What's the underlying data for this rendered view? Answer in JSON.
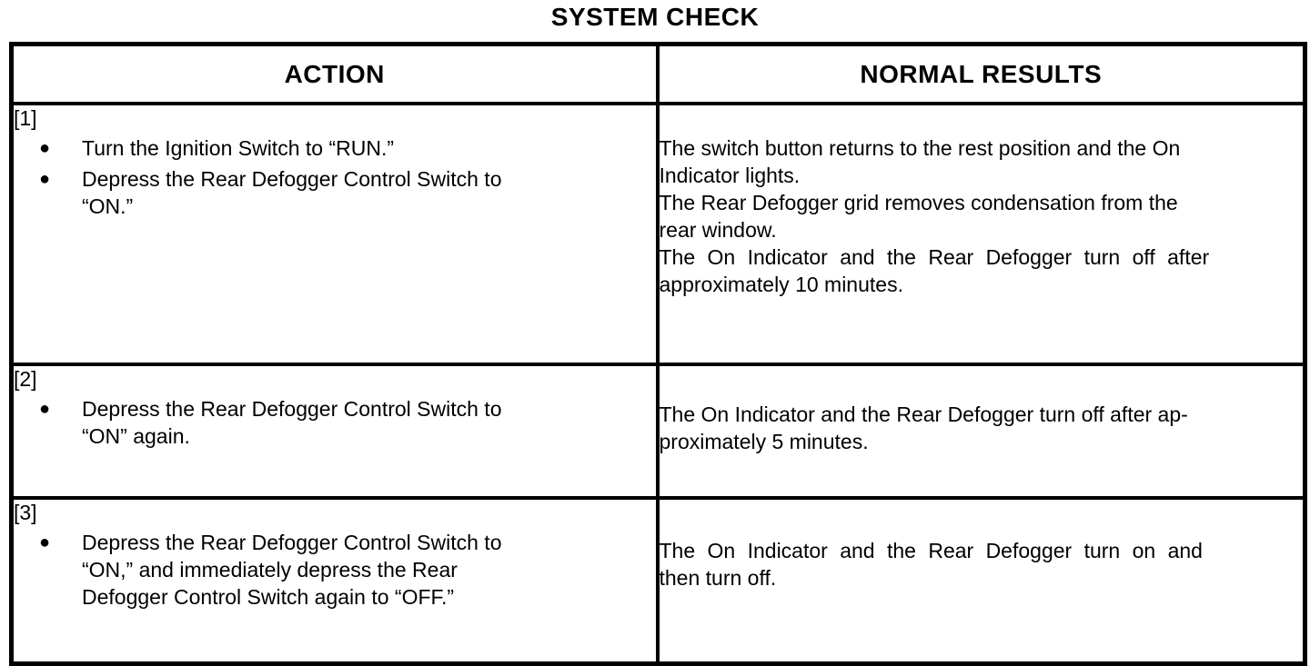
{
  "title": "SYSTEM CHECK",
  "icons": {
    "bullet": "●"
  },
  "table": {
    "headers": {
      "action": "ACTION",
      "results": "NORMAL RESULTS"
    },
    "rows": [
      {
        "step": "[1]",
        "action_bullets": [
          {
            "lines": [
              "Turn the Ignition Switch to “RUN.”"
            ]
          },
          {
            "lines": [
              "Depress the Rear Defogger Control Switch to",
              "“ON.”"
            ]
          }
        ],
        "result_lines": [
          "The switch button returns to the rest position and the On",
          "Indicator lights.",
          "The Rear Defogger grid removes condensation from the",
          "rear window.",
          "The On Indicator and the Rear Defogger turn off after",
          "approximately 10 minutes."
        ]
      },
      {
        "step": "[2]",
        "action_bullets": [
          {
            "lines": [
              "Depress the Rear Defogger Control Switch to",
              "“ON” again."
            ]
          }
        ],
        "result_lines": [
          "The On Indicator and the Rear Defogger turn off after ap-",
          "proximately 5 minutes."
        ]
      },
      {
        "step": "[3]",
        "action_bullets": [
          {
            "lines": [
              "Depress the Rear Defogger Control Switch to",
              "“ON,” and immediately depress the Rear",
              "Defogger Control Switch again to “OFF.”"
            ]
          }
        ],
        "result_lines": [
          "The On Indicator and the Rear Defogger turn on and",
          "then turn off."
        ]
      }
    ]
  }
}
